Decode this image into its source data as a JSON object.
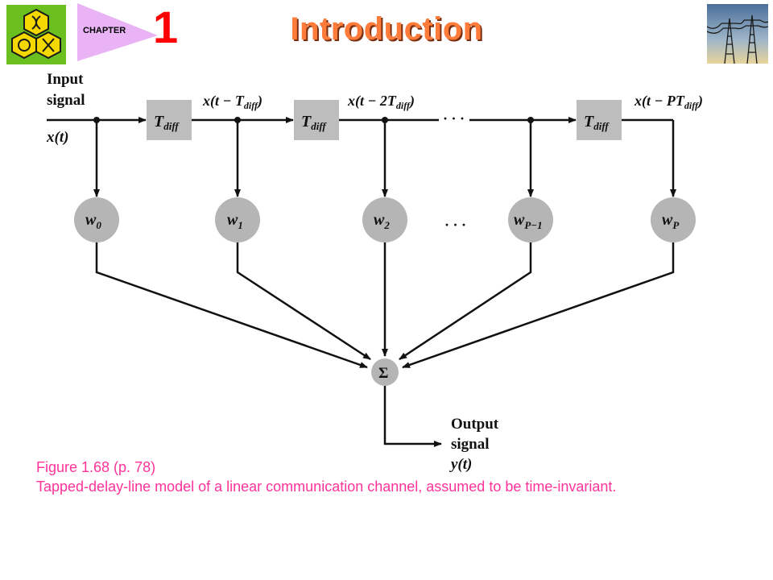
{
  "header": {
    "chapter_label": "CHAPTER",
    "chapter_number": "1",
    "title": "Introduction",
    "logo_icon": "university-logo-icon",
    "image_icon": "power-towers-image",
    "colors": {
      "chapter_number": "#ff0000",
      "title": "#ff7b3a",
      "chapter_tag": "#e9b3f5",
      "logo_bg": "#6bbf1f"
    }
  },
  "diagram": {
    "input_label_line1": "Input",
    "input_label_line2": "signal",
    "input_signal": "x(t)",
    "delay_label": "T",
    "delay_sub": "diff",
    "delayed_1": {
      "pre": "x(t − T",
      "sub": "diff",
      "post": ")"
    },
    "delayed_2": {
      "pre": "x(t − 2T",
      "sub": "diff",
      "post": ")"
    },
    "delayed_p": {
      "pre": "x(t − PT",
      "sub": "diff",
      "post": ")"
    },
    "ellipsis": "· · ·",
    "weights": [
      {
        "main": "w",
        "sub": "0"
      },
      {
        "main": "w",
        "sub": "1"
      },
      {
        "main": "w",
        "sub": "2"
      },
      {
        "main": "w",
        "sub": "P−1"
      },
      {
        "main": "w",
        "sub": "P"
      }
    ],
    "sum_symbol": "Σ",
    "output_label_line1": "Output",
    "output_label_line2": "signal",
    "output_signal": "y(t)"
  },
  "caption": {
    "figure": "Figure 1.68  (p. 78)",
    "text": "Tapped-delay-line model of a linear communication channel, assumed to be time-invariant."
  }
}
